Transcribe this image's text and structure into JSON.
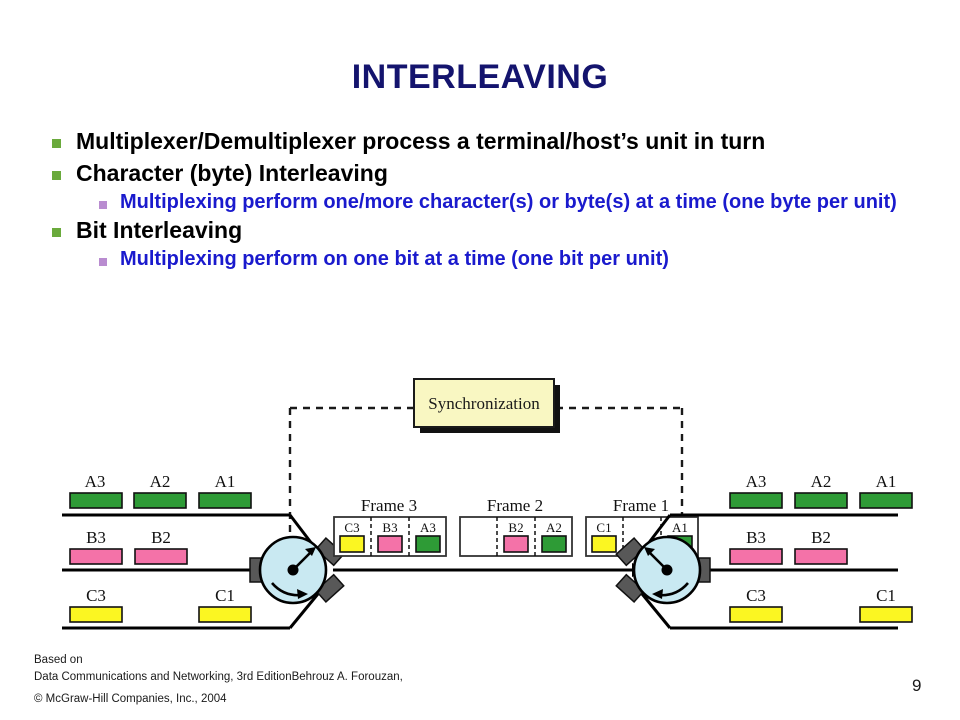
{
  "slide": {
    "title": "INTERLEAVING",
    "page_number": "9",
    "title_color": "#14146e"
  },
  "bullets": [
    {
      "level": 1,
      "text": "Multiplexer/Demultiplexer process a terminal/host’s unit in turn",
      "color": "#000000",
      "marker_color": "#6aaa3c"
    },
    {
      "level": 1,
      "text": "Character (byte) Interleaving",
      "color": "#000000",
      "marker_color": "#6aaa3c"
    },
    {
      "level": 2,
      "text": "Multiplexing perform one/more character(s) or byte(s) at a time (one byte per unit)",
      "color": "#1a1acd",
      "marker_color": "#b98cd0"
    },
    {
      "level": 1,
      "text": "Bit Interleaving",
      "color": "#000000",
      "marker_color": "#6aaa3c"
    },
    {
      "level": 2,
      "text": "Multiplexing perform on one bit at a time (one bit per unit)",
      "color": "#1a1acd",
      "marker_color": "#b98cd0"
    }
  ],
  "diagram": {
    "sync_box_label": "Synchronization",
    "sync_box_fill": "#f9f7c2",
    "colors": {
      "channel_a": "#2e9b36",
      "channel_b": "#f472a8",
      "channel_c": "#fbf622",
      "rotor_fill": "#c9e9f2",
      "contact_pad": "#585858",
      "line": "#000000"
    },
    "left_side": {
      "caption": "multiplexer-input-channels",
      "channels": [
        {
          "name": "A",
          "color": "#2e9b36",
          "units": [
            "A3",
            "A2",
            "A1"
          ]
        },
        {
          "name": "B",
          "color": "#f472a8",
          "units": [
            "B3",
            "B2"
          ]
        },
        {
          "name": "C",
          "color": "#fbf622",
          "units": [
            "C3",
            "C1"
          ]
        }
      ]
    },
    "right_side": {
      "caption": "demultiplexer-output-channels",
      "channels": [
        {
          "name": "A",
          "color": "#2e9b36",
          "units": [
            "A3",
            "A2",
            "A1"
          ]
        },
        {
          "name": "B",
          "color": "#f472a8",
          "units": [
            "B3",
            "B2"
          ]
        },
        {
          "name": "C",
          "color": "#fbf622",
          "units": [
            "C3",
            "C1"
          ]
        }
      ]
    },
    "frames": [
      {
        "label": "Frame 3",
        "slots": [
          {
            "label": "C3",
            "color": "#fbf622",
            "empty": false
          },
          {
            "label": "B3",
            "color": "#f472a8",
            "empty": false
          },
          {
            "label": "A3",
            "color": "#2e9b36",
            "empty": false
          }
        ]
      },
      {
        "label": "Frame 2",
        "slots": [
          {
            "label": "",
            "color": "",
            "empty": true
          },
          {
            "label": "B2",
            "color": "#f472a8",
            "empty": false
          },
          {
            "label": "A2",
            "color": "#2e9b36",
            "empty": false
          }
        ]
      },
      {
        "label": "Frame 1",
        "slots": [
          {
            "label": "C1",
            "color": "#fbf622",
            "empty": false
          },
          {
            "label": "",
            "color": "",
            "empty": true
          },
          {
            "label": "A1",
            "color": "#2e9b36",
            "empty": false
          }
        ]
      }
    ]
  },
  "footer": {
    "line1": "Based on",
    "line2": "Data Communications and Networking, 3rd EditionBehrouz A. Forouzan,",
    "line3": "© McGraw-Hill Companies, Inc., 2004"
  }
}
